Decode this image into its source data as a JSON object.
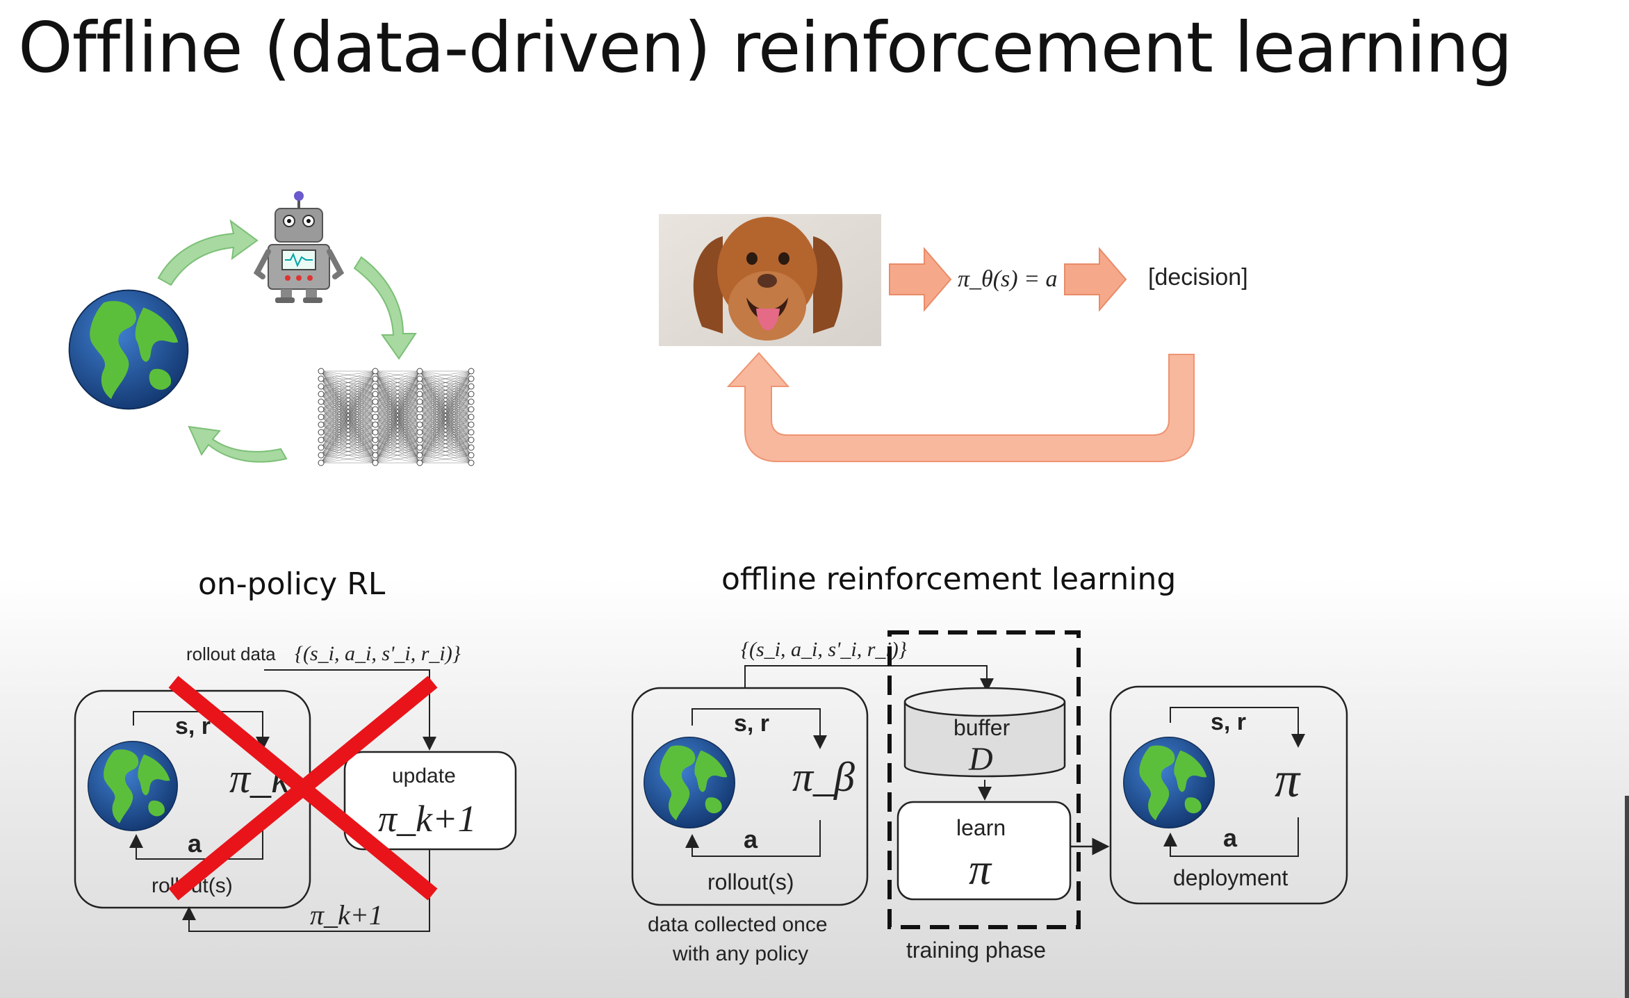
{
  "slide": {
    "title": "Offline (data-driven) reinforcement learning"
  },
  "loop_top_left": {
    "icons": [
      "globe-icon",
      "robot-icon",
      "neural-network-icon",
      "cycle-arrow-icon"
    ]
  },
  "policy_pipeline": {
    "formula": "π_θ(s) = a",
    "output_label": "[decision]",
    "input": "dog-photo"
  },
  "on_policy": {
    "heading": "on-policy RL",
    "rollout_data_label": "rollout data",
    "transition_set": "{(s_i, a_i, s'_i, r_i)}",
    "state_label": "s, r",
    "action_label": "a",
    "policy_label": "π_k",
    "rollouts_label": "rollout(s)",
    "update_label": "update",
    "updated_policy": "π_k+1",
    "feedback_policy": "π_k+1",
    "crossed_out": true,
    "cross_color": "#e8141a"
  },
  "offline": {
    "heading": "offline reinforcement learning",
    "transition_set": "{(s_i, a_i, s'_i, r_i)}",
    "collection": {
      "state_label": "s, r",
      "action_label": "a",
      "policy_label": "π_β",
      "rollouts_label": "rollout(s)",
      "caption_line1": "data collected once",
      "caption_line2": "with any policy"
    },
    "buffer": {
      "label": "buffer",
      "symbol": "D"
    },
    "learn": {
      "label": "learn",
      "symbol": "π"
    },
    "training_phase_label": "training phase",
    "deployment": {
      "state_label": "s, r",
      "action_label": "a",
      "policy_label": "π",
      "caption": "deployment"
    }
  },
  "colors": {
    "loop_arrow": "#9fd49a",
    "pipeline_arrow": "#f5a98a",
    "globe_ocean": "#1d4f91",
    "globe_land": "#5cbf3b"
  }
}
